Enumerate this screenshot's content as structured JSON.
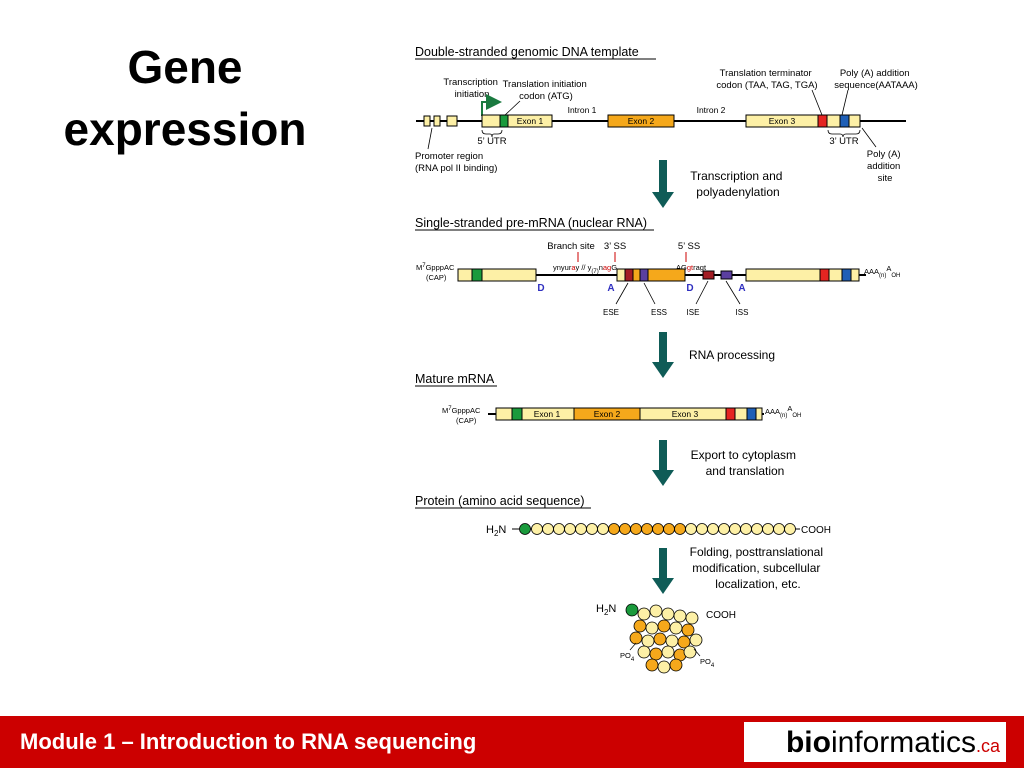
{
  "slide": {
    "title_line1": "Gene",
    "title_line2": "expression"
  },
  "footer": {
    "module_text": "Module 1 – Introduction to RNA sequencing",
    "brand_bold": "bio",
    "brand_rest": "informatics",
    "brand_tld": ".ca"
  },
  "colors": {
    "footer_bg": "#cc0000",
    "exon_light": "#fdf0a6",
    "exon_dark": "#f5a81b",
    "start_codon": "#1a9a3c",
    "stop_codon": "#e52521",
    "polya_signal": "#1f5fb6",
    "arrow": "#0f5c57",
    "ese": "#a31d24",
    "ess": "#5b3fa0",
    "splice_letters": "#3030c0"
  },
  "dna": {
    "heading": "Double-stranded genomic DNA template",
    "transcription_initiation_1": "Transcription",
    "transcription_initiation_2": "initiation",
    "translation_initiation_1": "Translation initiation",
    "translation_initiation_2": "codon (ATG)",
    "terminator_1": "Translation terminator",
    "terminator_2": "codon (TAA, TAG, TGA)",
    "polya_seq_1": "Poly (A) addition",
    "polya_seq_2": "sequence(AATAAA)",
    "intron1": "Intron 1",
    "intron2": "Intron 2",
    "exon1": "Exon 1",
    "exon2": "Exon 2",
    "exon3": "Exon 3",
    "utr5": "5’ UTR",
    "utr3": "3’ UTR",
    "promoter_1": "Promoter region",
    "promoter_2": "(RNA pol II binding)",
    "polya_site_1": "Poly (A)",
    "polya_site_2": "addition",
    "polya_site_3": "site"
  },
  "steps": {
    "step1_1": "Transcription and",
    "step1_2": "polyadenylation",
    "step2": "RNA processing",
    "step3_1": "Export to cytoplasm",
    "step3_2": "and translation",
    "step4_1": "Folding, posttranslational",
    "step4_2": "modification, subcellular",
    "step4_3": "localization, etc."
  },
  "premrna": {
    "heading": "Single-stranded pre-mRNA (nuclear RNA)",
    "branch_site": "Branch site",
    "ss3": "3’ SS",
    "ss5": "5’ SS",
    "seq_left_a": "ynyur",
    "seq_left_b": "a",
    "seq_left_c": "y //",
    "seq_left_d": " y",
    "seq_left_sub": "(7)",
    "seq_left_e": "n",
    "seq_left_f": "ag",
    "seq_left_g": "G",
    "seq_right_a": "AG",
    "seq_right_b": "gt",
    "seq_right_c": "ragt",
    "cap_1": "GpppAC",
    "cap_m": "M",
    "cap_sup": "7",
    "cap_2": "(CAP)",
    "tail": "AAA",
    "tail_sub": "(n)",
    "tail_a": "A",
    "tail_oh": "OH",
    "letter_d": "D",
    "letter_a": "A",
    "ese": "ESE",
    "ess": "ESS",
    "ise": "ISE",
    "iss": "ISS"
  },
  "mature": {
    "heading": "Mature mRNA",
    "exon1": "Exon 1",
    "exon2": "Exon 2",
    "exon3": "Exon 3"
  },
  "protein": {
    "heading": "Protein (amino acid sequence)",
    "n_term_h": "H",
    "n_term_sub": "2",
    "n_term_n": "N",
    "c_term": "COOH",
    "po4_a": "PO",
    "po4_sub": "4"
  }
}
